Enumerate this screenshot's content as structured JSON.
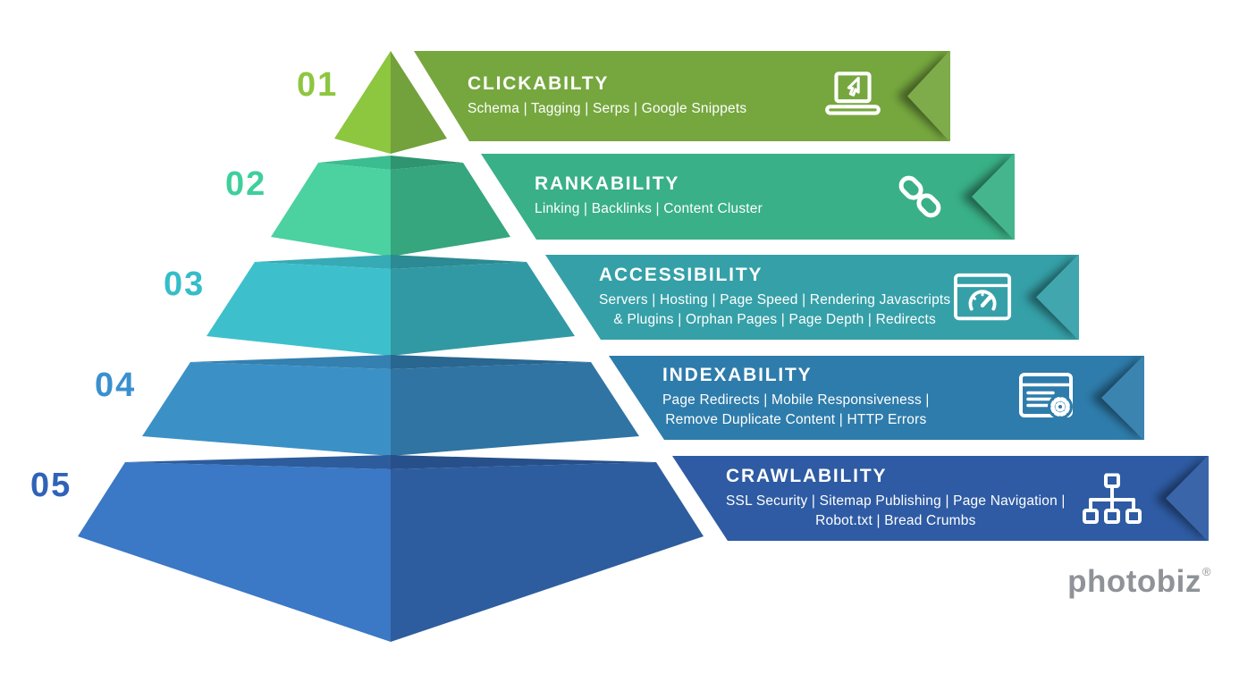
{
  "levels": [
    {
      "number": "01",
      "title": "CLICKABILTY",
      "subtitle_lines": [
        "Schema | Tagging | Serps | Google Snippets"
      ],
      "icon": "laptop-cursor-icon",
      "colors": {
        "banner": "#76a73e",
        "number": "#8dc63f",
        "face_left": "#8dc63f",
        "face_right": "#73a13c"
      }
    },
    {
      "number": "02",
      "title": "RANKABILITY",
      "subtitle_lines": [
        "Linking | Backlinks | Content Cluster"
      ],
      "icon": "chain-link-icon",
      "colors": {
        "banner": "#39b087",
        "number": "#3fcf9c",
        "face_left": "#4cd1a1",
        "face_right": "#35a67e",
        "top_left": "#3bbd8f",
        "top_right": "#2e9570"
      }
    },
    {
      "number": "03",
      "title": "ACCESSIBILITY",
      "subtitle_lines": [
        "Servers | Hosting | Page Speed | Rendering Javascripts",
        "& Plugins | Orphan Pages | Page Depth | Redirects"
      ],
      "icon": "speed-gauge-browser-icon",
      "colors": {
        "banner": "#35a0a8",
        "number": "#35bdc9",
        "face_left": "#3dc0cb",
        "face_right": "#3199a3",
        "top_left": "#36abb5",
        "top_right": "#2b8a93"
      }
    },
    {
      "number": "04",
      "title": "INDEXABILITY",
      "subtitle_lines": [
        "Page Redirects | Mobile Responsiveness |",
        "Remove Duplicate Content | HTTP Errors"
      ],
      "icon": "browser-gear-icon",
      "colors": {
        "banner": "#2e7cab",
        "number": "#3a90cf",
        "face_left": "#3b91c6",
        "face_right": "#2f74a3",
        "top_left": "#3480b0",
        "top_right": "#296690"
      }
    },
    {
      "number": "05",
      "title": "CRAWLABILITY",
      "subtitle_lines": [
        "SSL Security | Sitemap Publishing | Page Navigation |",
        "Robot.txt | Bread Crumbs"
      ],
      "icon": "sitemap-icon",
      "colors": {
        "banner": "#2e5ba3",
        "number": "#2f63b8",
        "face_left": "#3b78c6",
        "face_right": "#2d5d9e",
        "top_left": "#2d5c9c",
        "top_right": "#27508a"
      }
    }
  ],
  "logo": {
    "text": "photobiz",
    "registered": "®",
    "color": "#8f9398"
  }
}
